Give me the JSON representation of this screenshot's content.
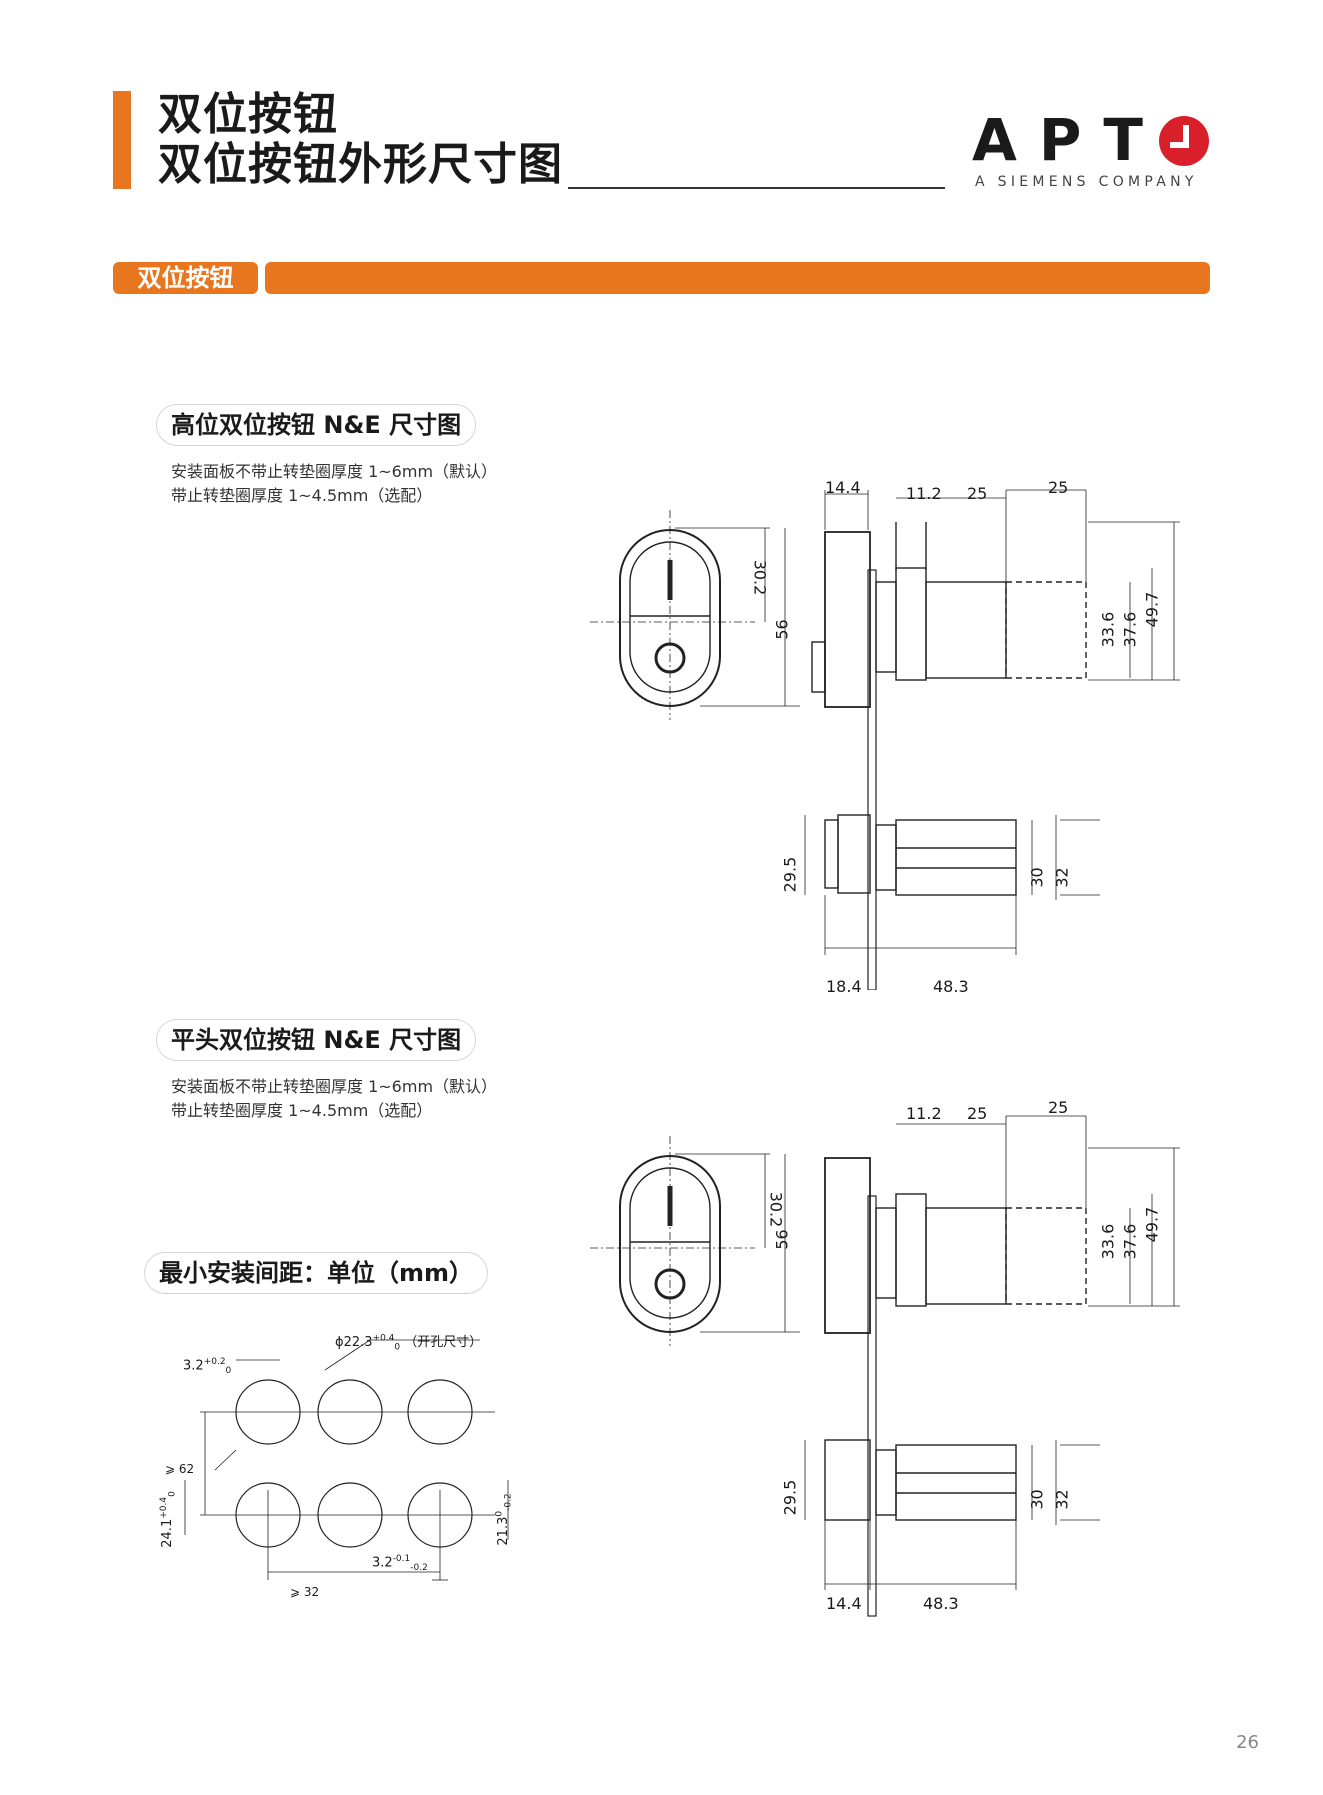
{
  "header": {
    "title_line1": "双位按钮",
    "title_line2": "双位按钮外形尺寸图",
    "logo_text": "APT",
    "logo_sub": "A SIEMENS COMPANY",
    "accent_color": "#e8761e"
  },
  "section": {
    "tab_label": "双位按钮"
  },
  "block1": {
    "heading": "高位双位按钮 N&E 尺寸图",
    "note_line1": "安装面板不带止转垫圈厚度 1~6mm（默认）",
    "note_line2": "带止转垫圈厚度 1~4.5mm（选配）",
    "dims": {
      "d144": "14.4",
      "d112": "11.2",
      "d25a": "25",
      "d25b": "25",
      "d302": "30.2",
      "d56": "56",
      "d336": "33.6",
      "d376": "37.6",
      "d497": "49.7",
      "d295": "29.5",
      "d30": "30",
      "d32": "32",
      "d184": "18.4",
      "d483": "48.3"
    }
  },
  "block2": {
    "heading": "平头双位按钮 N&E 尺寸图",
    "note_line1": "安装面板不带止转垫圈厚度 1~6mm（默认）",
    "note_line2": "带止转垫圈厚度 1~4.5mm（选配）",
    "dims": {
      "d112": "11.2",
      "d25a": "25",
      "d25b": "25",
      "d302": "30.2",
      "d56": "56",
      "d336": "33.6",
      "d376": "37.6",
      "d497": "49.7",
      "d295": "29.5",
      "d30": "30",
      "d32": "32",
      "d144": "14.4",
      "d483": "48.3"
    }
  },
  "block3": {
    "heading": "最小安装间距：单位（mm）",
    "hole_label": "ϕ22.3",
    "hole_tol": "+0.4",
    "hole_tol0": "0",
    "hole_note": "（开孔尺寸）",
    "d32": "3.2",
    "d32_tol": "+0.2",
    "d32_tol0": "0",
    "spacing_v": "⩾ 62",
    "spacing_h": "⩾ 32",
    "d241": "24.1",
    "d241_tol": "+0.4",
    "d241_tol0": "0",
    "d213": "21.3",
    "d213_tol": "0",
    "d213_tol2": "-0.2",
    "d32b": "3.2",
    "d32b_tol1": "-0.1",
    "d32b_tol2": "-0.2"
  },
  "page_number": "26"
}
